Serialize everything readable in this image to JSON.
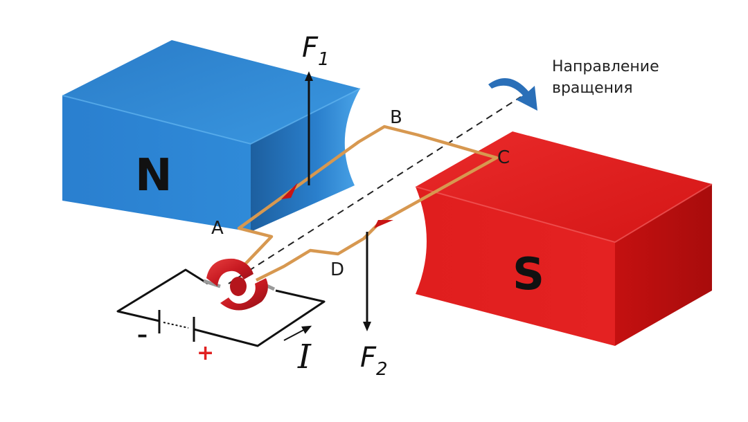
{
  "magnets": {
    "north": {
      "label": "N"
    },
    "south": {
      "label": "S"
    }
  },
  "loop": {
    "vertices": {
      "a": "A",
      "b": "B",
      "c": "C",
      "d": "D"
    }
  },
  "forces": {
    "f1": {
      "symbol": "F",
      "subscript": "1"
    },
    "f2": {
      "symbol": "F",
      "subscript": "2"
    }
  },
  "rotation": {
    "line1": "Направление",
    "line2": "вращения"
  },
  "circuit": {
    "current_label": "I",
    "minus_sign": "–",
    "plus_sign": "+"
  },
  "colors": {
    "north_pole": "#2c86d6",
    "south_pole": "#e01e1e",
    "wire": "#d79850",
    "arrow": "#c81414",
    "commutator": "#d2202a",
    "rotation_arrow": "#2a6fb8",
    "plus_sign": "#e02020"
  }
}
